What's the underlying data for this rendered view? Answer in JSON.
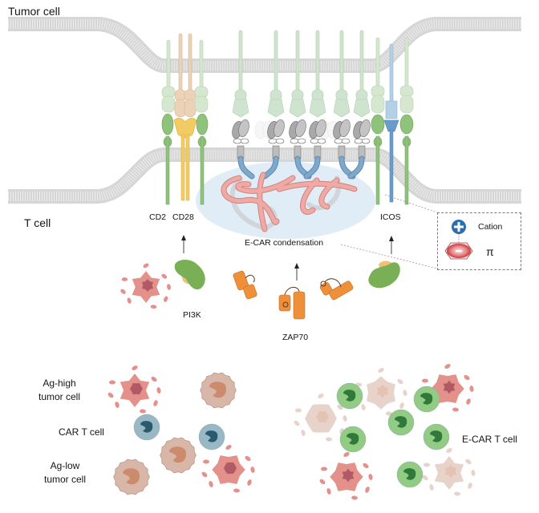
{
  "figure": {
    "top_labels": {
      "tumor_cell": "Tumor cell",
      "t_cell": "T cell"
    },
    "receptors": {
      "cd2": "CD2",
      "cd28": "CD28",
      "icos": "ICOS",
      "condensation": "E-CAR condensation"
    },
    "signaling": {
      "pi3k": "PI3K",
      "zap70": "ZAP70"
    },
    "legend": {
      "cation_label": "Cation",
      "pi_label": "π",
      "cation_symbol": "+",
      "pi_symbol": "-"
    },
    "bottom_left": {
      "ag_high": [
        "Ag-high",
        "tumor cell"
      ],
      "car_t": "CAR T cell",
      "ag_low": [
        "Ag-low",
        "tumor cell"
      ]
    },
    "bottom_right": {
      "ecar_t": "E-CAR T cell"
    }
  },
  "colors": {
    "membrane": "#d9d9d9",
    "cd2_light": "#d5e8cf",
    "cd2_dark": "#8fc27a",
    "cd28_light": "#ecd3b8",
    "cd28_dark": "#f2cc63",
    "icos_light": "#b3d0e6",
    "icos_dark": "#6a9ccb",
    "car_ext": "#cfe4cf",
    "car_hinge": "#a9a9a9",
    "car_intra": "#7fa9cc",
    "cd3z": "#f2a8a3",
    "condensate": "#dbe9f4",
    "pi3k_green": "#7ab055",
    "pi3k_orange": "#f2bf77",
    "zap70": "#ee8f3a",
    "tumor_high": "#e3918a",
    "tumor_high_core": "#b15a66",
    "tumor_low": "#d9b7a8",
    "tumor_low_nucleus": "#cc8b6c",
    "cart_body": "#97b8c4",
    "cart_nucleus": "#2b5a6c",
    "ecart_body": "#92cc84",
    "ecart_nucleus": "#2f7a3a",
    "cation_blue": "#2a6fae",
    "pi_red": "#c8393f"
  }
}
